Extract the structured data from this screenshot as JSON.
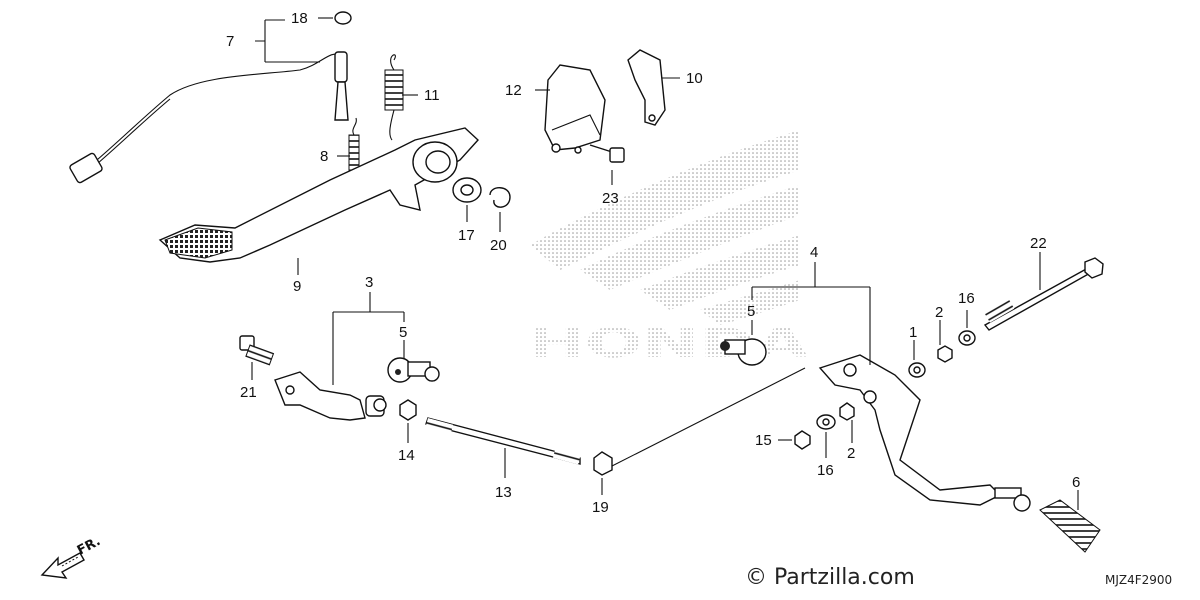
{
  "diagram": {
    "callouts": [
      {
        "id": "c1",
        "label": "1"
      },
      {
        "id": "c2a",
        "label": "2"
      },
      {
        "id": "c2b",
        "label": "2"
      },
      {
        "id": "c3",
        "label": "3"
      },
      {
        "id": "c4",
        "label": "4"
      },
      {
        "id": "c5a",
        "label": "5"
      },
      {
        "id": "c5b",
        "label": "5"
      },
      {
        "id": "c6",
        "label": "6"
      },
      {
        "id": "c7",
        "label": "7"
      },
      {
        "id": "c8",
        "label": "8"
      },
      {
        "id": "c9",
        "label": "9"
      },
      {
        "id": "c10",
        "label": "10"
      },
      {
        "id": "c11",
        "label": "11"
      },
      {
        "id": "c12",
        "label": "12"
      },
      {
        "id": "c13",
        "label": "13"
      },
      {
        "id": "c14",
        "label": "14"
      },
      {
        "id": "c15",
        "label": "15"
      },
      {
        "id": "c16a",
        "label": "16"
      },
      {
        "id": "c16b",
        "label": "16"
      },
      {
        "id": "c17",
        "label": "17"
      },
      {
        "id": "c18",
        "label": "18"
      },
      {
        "id": "c19",
        "label": "19"
      },
      {
        "id": "c20",
        "label": "20"
      },
      {
        "id": "c21",
        "label": "21"
      },
      {
        "id": "c22",
        "label": "22"
      },
      {
        "id": "c23",
        "label": "23"
      }
    ],
    "direction_label": "FR.",
    "credit": "© Partzilla.com",
    "diagram_code": "MJZ4F2900"
  }
}
